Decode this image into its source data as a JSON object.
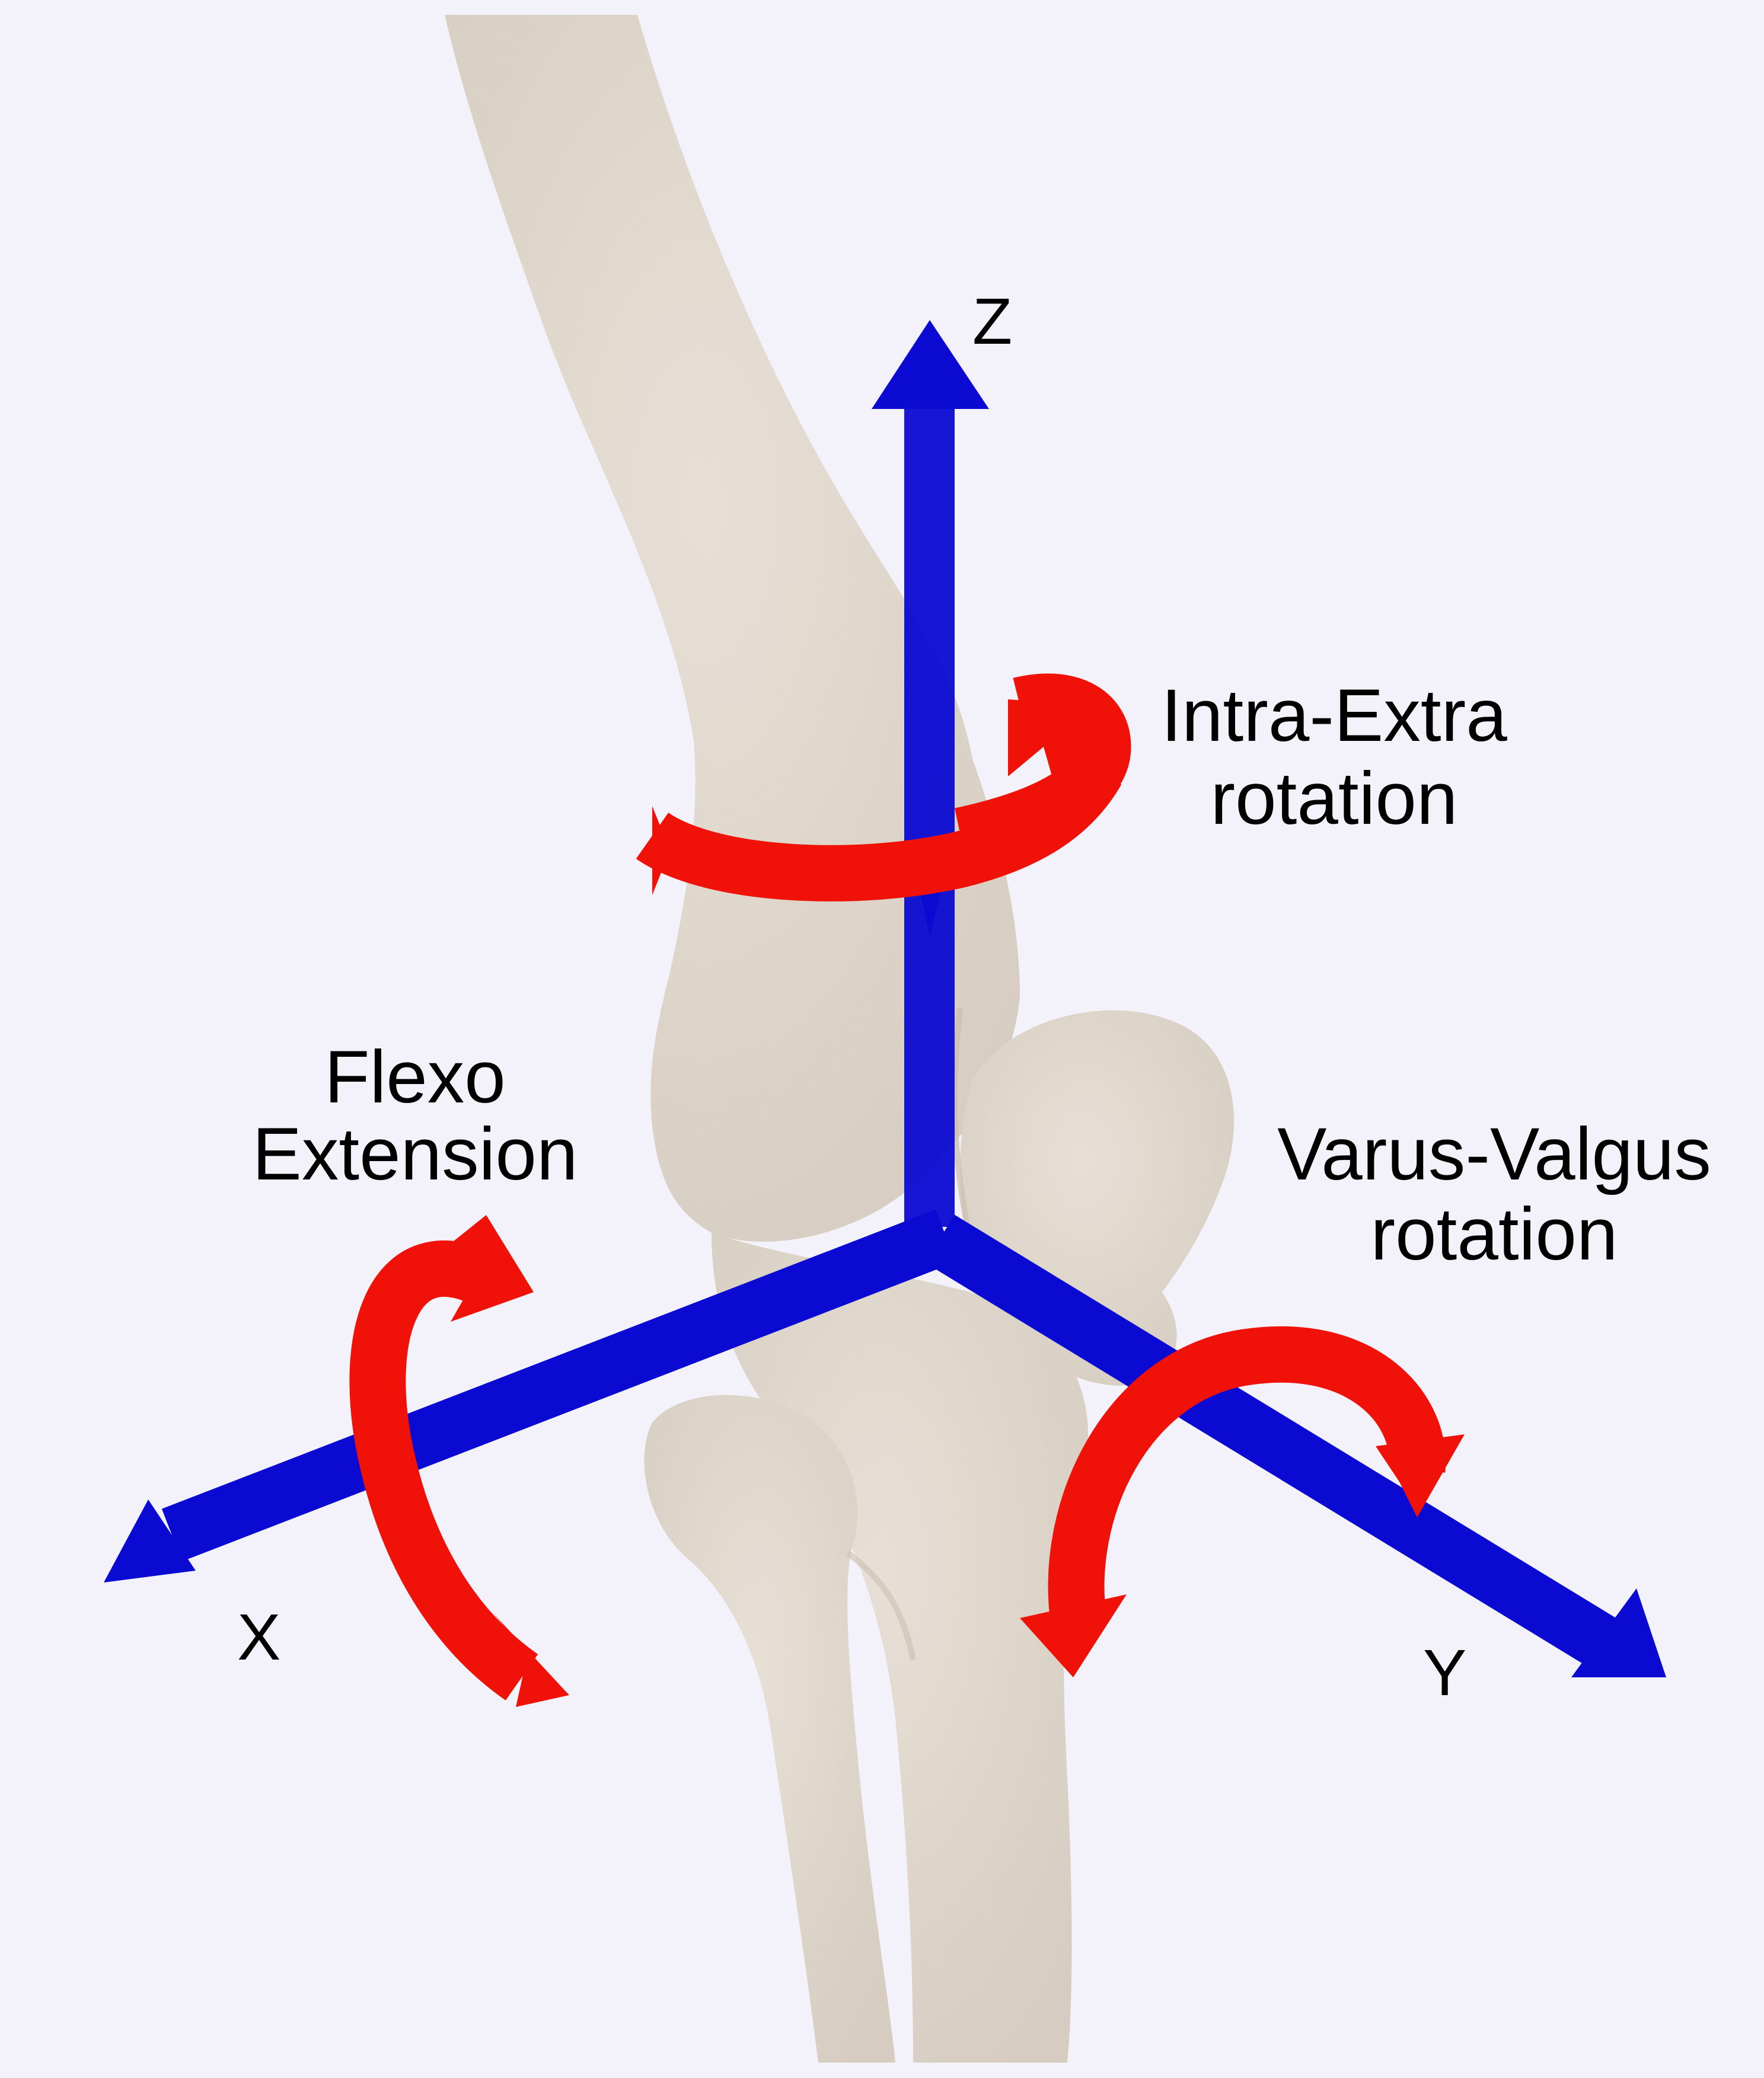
{
  "axes": {
    "z": {
      "label": "Z"
    },
    "x": {
      "label": "X"
    },
    "y": {
      "label": "Y"
    }
  },
  "rotations": {
    "intra_extra": {
      "line1": "Intra-Extra",
      "line2": "rotation"
    },
    "flexo_extension": {
      "line1": "Flexo",
      "line2": "Extension"
    },
    "varus_valgus": {
      "line1": "Varus-Valgus",
      "line2": "rotation"
    }
  },
  "colors": {
    "background": "#f3f2fb",
    "bone": "#e6ddd3",
    "bone_shadow": "#d5cabd",
    "axis": "#0a0ad2",
    "rotation_arrow": "#f01208"
  }
}
